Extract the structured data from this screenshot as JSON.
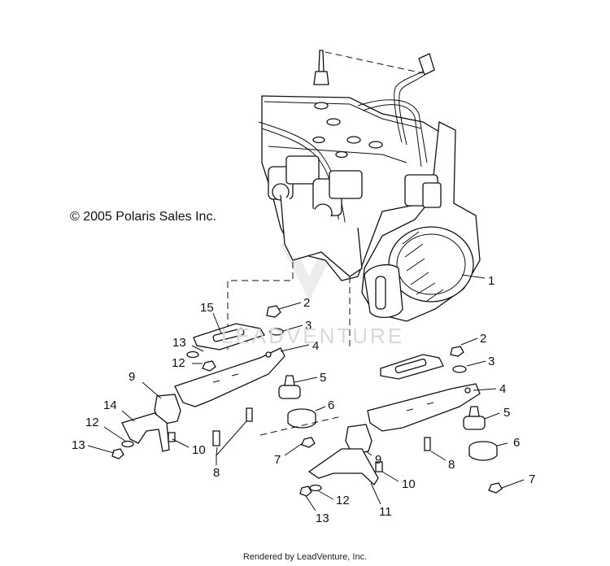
{
  "copyright": "© 2005 Polaris Sales Inc.",
  "watermark": "LEADVENTURE",
  "footer": "Rendered by LeadVenture, Inc.",
  "callouts": [
    "1",
    "2",
    "2",
    "3",
    "3",
    "4",
    "4",
    "5",
    "5",
    "6",
    "6",
    "7",
    "7",
    "8",
    "8",
    "9",
    "9",
    "10",
    "10",
    "11",
    "12",
    "12",
    "12",
    "13",
    "13",
    "13",
    "14",
    "15"
  ]
}
